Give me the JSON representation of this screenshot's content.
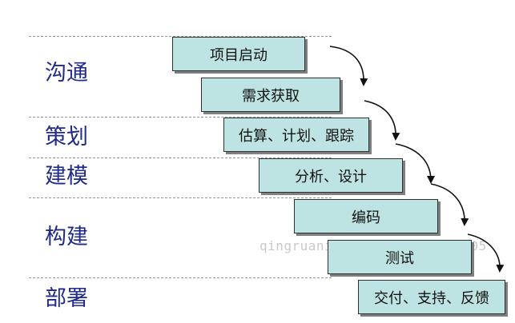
{
  "phases": [
    {
      "id": "communication",
      "label": "沟通"
    },
    {
      "id": "planning",
      "label": "策划"
    },
    {
      "id": "modeling",
      "label": "建模"
    },
    {
      "id": "construction",
      "label": "构建"
    },
    {
      "id": "deployment",
      "label": "部署"
    }
  ],
  "activities": [
    {
      "id": "project-initiation",
      "label": "项目启动"
    },
    {
      "id": "requirements-gathering",
      "label": "需求获取"
    },
    {
      "id": "estimating-scheduling-tracking",
      "label": "估算、计划、跟踪"
    },
    {
      "id": "analysis-design",
      "label": "分析、设计"
    },
    {
      "id": "coding",
      "label": "编码"
    },
    {
      "id": "testing",
      "label": "测试"
    },
    {
      "id": "delivery-support-feedback",
      "label": "交付、支持、反馈"
    }
  ],
  "watermark": "qingruanit.net 0532-85025005",
  "colors": {
    "box_fill": "#bde3e2",
    "phase_text": "#1f2a8a",
    "arrow": "#111111",
    "divider": "#9a9a9a"
  }
}
